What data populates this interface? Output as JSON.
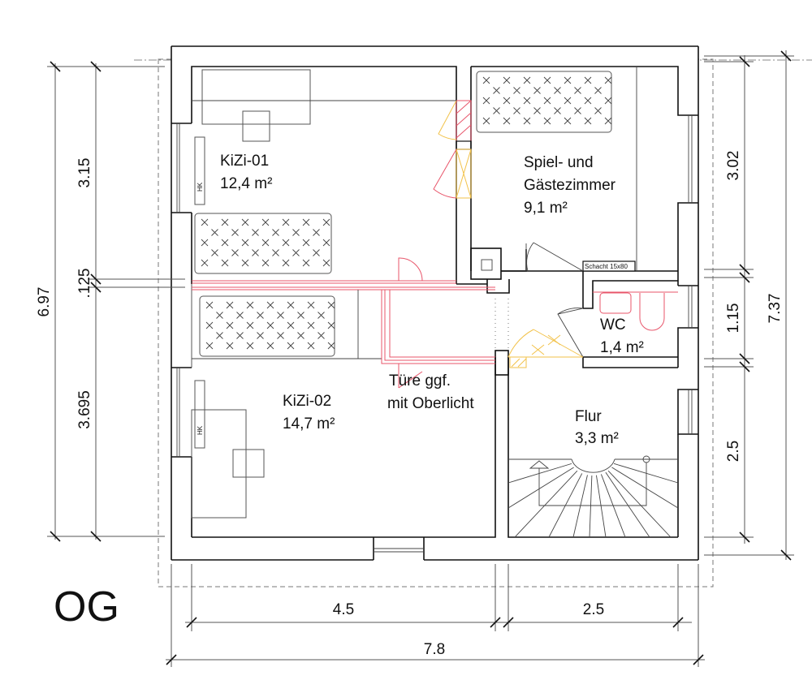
{
  "floor_label": "OG",
  "rooms": [
    {
      "id": "kizi-01",
      "name": "KiZi-01",
      "area": "12,4 m²"
    },
    {
      "id": "spiel-gaeste",
      "name_line1": "Spiel- und",
      "name_line2": "Gästezimmer",
      "area": "9,1 m²"
    },
    {
      "id": "wc",
      "name": "WC",
      "area": "1,4 m²"
    },
    {
      "id": "kizi-02",
      "name": "KiZi-02",
      "area": "14,7 m²"
    },
    {
      "id": "flur",
      "name": "Flur",
      "area": "3,3 m²"
    }
  ],
  "annotations": {
    "door_note_line1": "Türe ggf.",
    "door_note_line2": "mit Oberlicht",
    "shaft": "Schacht 15x80",
    "radiator_1": "HK",
    "radiator_2": "HK"
  },
  "dimensions": {
    "left_total": "6.97",
    "left_top": "3.15",
    "left_mid": ".125",
    "left_bottom": "3.695",
    "right_total": "7.37",
    "right_top": "3.02",
    "right_mid": "1.15",
    "right_bottom": "2.5",
    "bottom_left": "4.5",
    "bottom_right": "2.5",
    "bottom_total": "7.8"
  },
  "colors": {
    "walls": "#111111",
    "red_lines": "#e8556a",
    "yellow_lines": "#f2c24a"
  }
}
